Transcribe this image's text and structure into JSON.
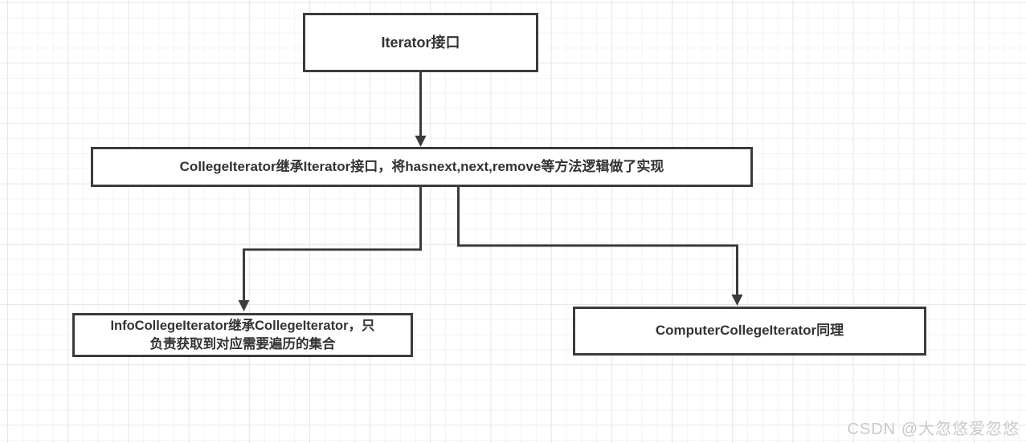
{
  "diagram": {
    "title_hint": "Iterator pattern class hierarchy flowchart",
    "nodes": {
      "iterator": {
        "label": "Iterator接口"
      },
      "college_iterator": {
        "label": "CollegeIterator继承Iterator接口，将hasnext,next,remove等方法逻辑做了实现"
      },
      "info_college_iterator": {
        "line1": "InfoCollegeIterator继承CollegeIterator，只",
        "line2": "负责获取到对应需要遍历的集合"
      },
      "computer_college_iterator": {
        "label": "ComputerCollegeIterator同理"
      }
    },
    "edges": [
      {
        "from": "iterator",
        "to": "college_iterator"
      },
      {
        "from": "college_iterator",
        "to": "info_college_iterator"
      },
      {
        "from": "college_iterator",
        "to": "computer_college_iterator"
      }
    ],
    "colors": {
      "border": "#3b3b3b",
      "text": "#333333",
      "grid_minor": "#f3f3f3",
      "grid_major": "#e7e7e7",
      "background": "#ffffff"
    }
  },
  "watermark": {
    "text": "CSDN @大忽悠爱忽悠",
    "color": "#c9c9c9"
  }
}
